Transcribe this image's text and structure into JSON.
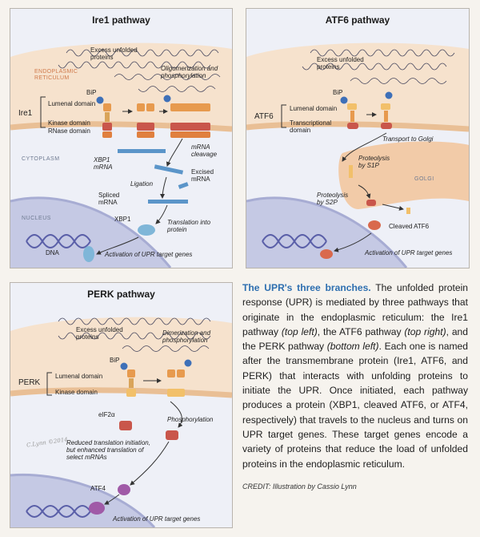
{
  "ire1": {
    "title": "Ire1 pathway",
    "er_label": "ENDOPLASMIC RETICULUM",
    "excess": "Excess unfolded proteins",
    "oligomerization": "Oligomerization and phosphorylation",
    "bip": "BiP",
    "protein": "Ire1",
    "lumenal": "Lumenal domain",
    "kinase": "Kinase domain",
    "rnase": "RNase domain",
    "cytoplasm": "CYTOPLASM",
    "xbp1_mrna": "XBP1 mRNA",
    "mrna_cleavage": "mRNA cleavage",
    "excised": "Excised mRNA",
    "ligation": "Ligation",
    "spliced": "Spliced mRNA",
    "nucleus": "NUCLEUS",
    "xbp1": "XBP1",
    "translation": "Translation into protein",
    "dna": "DNA",
    "activation": "Activation of UPR target genes"
  },
  "atf6": {
    "title": "ATF6 pathway",
    "excess": "Excess unfolded proteins",
    "bip": "BiP",
    "protein": "ATF6",
    "lumenal": "Lumenal domain",
    "transcriptional": "Transcriptional domain",
    "transport": "Transport to Golgi",
    "proteolysis_s1p": "Proteolysis by S1P",
    "golgi": "GOLGI",
    "proteolysis_s2p": "Proteolysis by S2P",
    "cleaved": "Cleaved ATF6",
    "activation": "Activation of UPR target genes"
  },
  "perk": {
    "title": "PERK pathway",
    "excess": "Excess unfolded proteins",
    "dimerization": "Dimerization and phosphorylation",
    "bip": "BiP",
    "protein": "PERK",
    "lumenal": "Lumenal domain",
    "kinase": "Kinase domain",
    "eif2a": "eIF2α",
    "phosphorylation": "Phosphorylation",
    "reduced": "Reduced translation initiation, but enhanced translation of select mRNAs",
    "atf4": "ATF4",
    "activation": "Activation of UPR target genes",
    "signature": "C.Lynn ©2014"
  },
  "caption": {
    "heading": "The UPR's three branches.",
    "p1": " The unfolded protein response (UPR) is mediated by three pathways that originate in the endoplasmic reticulum: the Ire1 pathway ",
    "e1": "(top left)",
    "p2": ", the ATF6 pathway ",
    "e2": "(top right)",
    "p3": ", and the PERK pathway ",
    "e3": "(bottom left)",
    "p4": ". Each one is named after the transmembrane protein (Ire1, ATF6, and PERK) that interacts with unfolding proteins to initiate the UPR. Once initiated, each pathway produces a protein (XBP1, cleaved ATF6, or ATF4, respectively) that travels to the nucleus and turns on UPR target genes. These target genes encode a variety of proteins that reduce the load of unfolded proteins in the endoplasmic reticulum."
  },
  "credit": "CREDIT: Illustration by Cassio Lynn",
  "colors": {
    "er": "#f6e2cd",
    "membrane": "#e9bf95",
    "cytoplasm": "#e8ebf5",
    "nucleus": "#c5c9e4",
    "dna": "#5a5fa8",
    "protein_orange": "#e79a4e",
    "protein_red": "#c9564b",
    "bip": "#3e70b8",
    "mrna": "#5b95c9",
    "golgi": "#f2cba8",
    "caption_heading": "#2e6fb0"
  }
}
